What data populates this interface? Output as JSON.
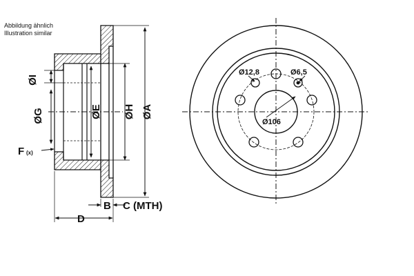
{
  "notes": {
    "line1": "Abbildung ähnlich",
    "line2": "Illustration similar"
  },
  "section_labels": {
    "dia_i": "ØI",
    "dia_g": "ØG",
    "dia_e": "ØE",
    "dia_h": "ØH",
    "dia_a": "ØA",
    "f_label": "F",
    "f_sub": "(x)",
    "b_label": "B",
    "c_label": "C (MTH)",
    "d_label": "D"
  },
  "face_labels": {
    "hole_large": "Ø12,8",
    "hole_small": "Ø6,5",
    "center_bore": "Ø106"
  },
  "colors": {
    "line": "#111111",
    "hatch": "#111111",
    "background": "#ffffff"
  }
}
